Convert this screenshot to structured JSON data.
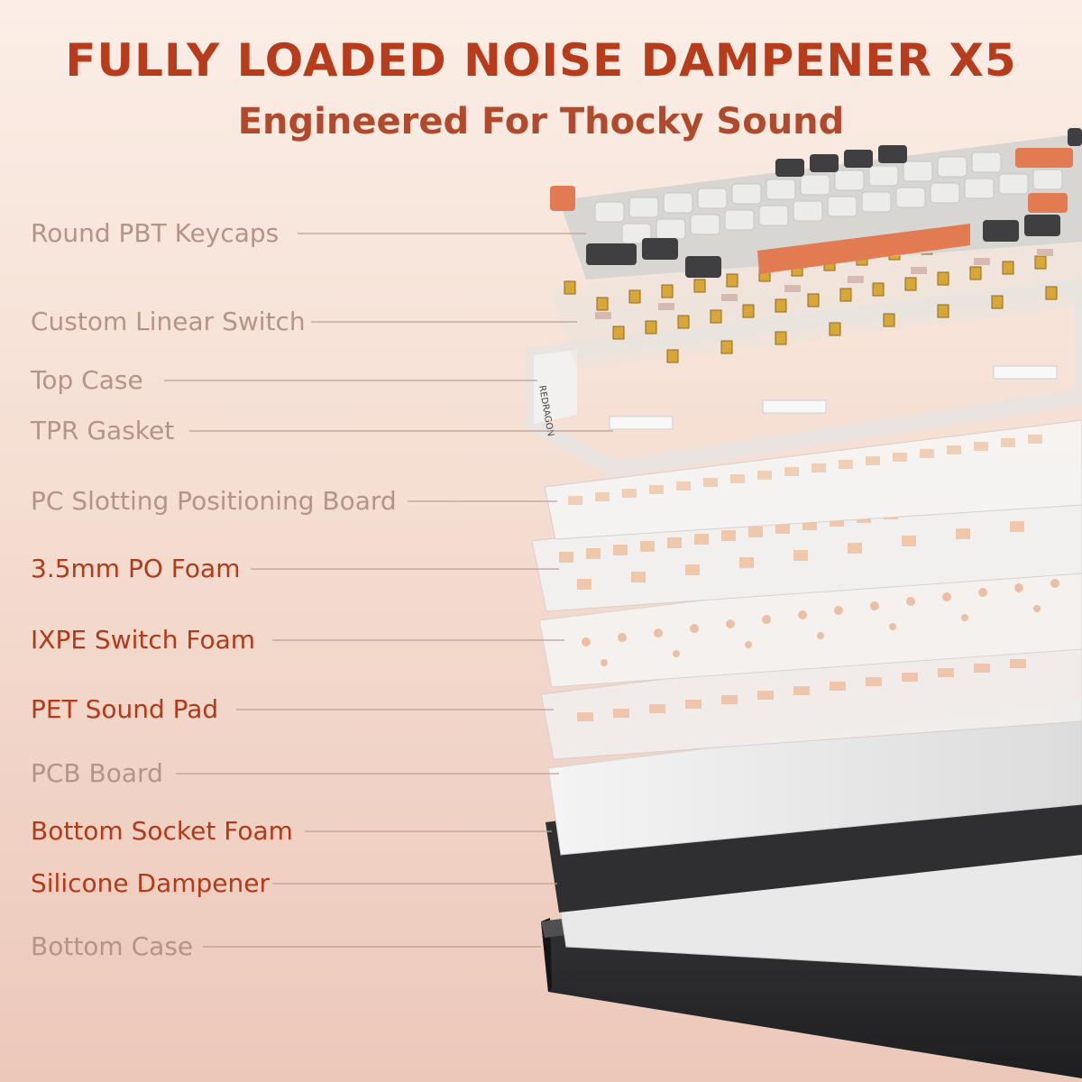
{
  "header": {
    "title": "FULLY LOADED NOISE DAMPENER X5",
    "subtitle": "Engineered For Thocky Sound"
  },
  "brand_mark": "REDRAGON",
  "colors": {
    "title": "#b73c1b",
    "subtitle": "#b14a2c",
    "label_muted": "#b49488",
    "label_accent": "#b23a18",
    "leader_line": "#b9a097",
    "keycap_white": "#ececea",
    "keycap_dark": "#3f3f41",
    "keycap_orange": "#e27a52",
    "foam_tan": "#efc9ad",
    "case_black": "#2e2e30"
  },
  "layers": [
    {
      "label": "Round PBT Keycaps",
      "style": "muted"
    },
    {
      "label": "Custom Linear Switch",
      "style": "muted"
    },
    {
      "label": "Top Case",
      "style": "muted"
    },
    {
      "label": "TPR Gasket",
      "style": "muted"
    },
    {
      "label": "PC Slotting Positioning Board",
      "style": "muted"
    },
    {
      "label": "3.5mm PO Foam",
      "style": "accent"
    },
    {
      "label": "IXPE Switch Foam",
      "style": "accent"
    },
    {
      "label": "PET Sound Pad",
      "style": "accent"
    },
    {
      "label": "PCB Board",
      "style": "muted"
    },
    {
      "label": "Bottom Socket Foam",
      "style": "accent"
    },
    {
      "label": "Silicone Dampener",
      "style": "accent"
    },
    {
      "label": "Bottom Case",
      "style": "muted"
    }
  ]
}
